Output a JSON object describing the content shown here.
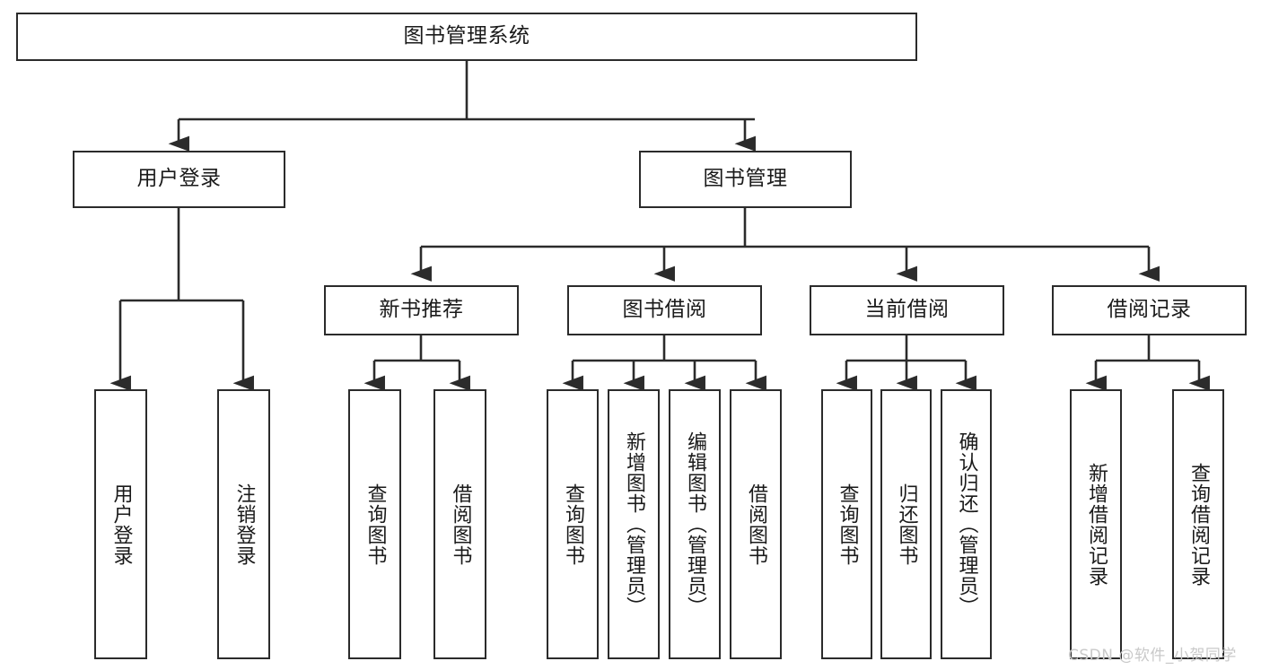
{
  "diagram": {
    "title": "图书管理系统",
    "type": "tree-hierarchy",
    "root": {
      "label": "图书管理系统"
    },
    "level2": [
      {
        "label": "用户登录"
      },
      {
        "label": "图书管理"
      }
    ],
    "level3": [
      {
        "label": "新书推荐"
      },
      {
        "label": "图书借阅"
      },
      {
        "label": "当前借阅"
      },
      {
        "label": "借阅记录"
      }
    ],
    "leaves": {
      "user_login": [
        {
          "label": "用户登录"
        },
        {
          "label": "注销登录"
        }
      ],
      "new_book_recommend": [
        {
          "label": "查询图书"
        },
        {
          "label": "借阅图书"
        }
      ],
      "book_borrow": [
        {
          "label": "查询图书"
        },
        {
          "label": "新增图书（管理员）"
        },
        {
          "label": "编辑图书（管理员）"
        },
        {
          "label": "借阅图书"
        }
      ],
      "current_borrow": [
        {
          "label": "查询图书"
        },
        {
          "label": "归还图书"
        },
        {
          "label": "确认归还（管理员）"
        }
      ],
      "borrow_record": [
        {
          "label": "新增借阅记录"
        },
        {
          "label": "查询借阅记录"
        }
      ]
    },
    "watermark": "CSDN @软件_小贺同学",
    "colors": {
      "stroke": "#2b2b2b",
      "box_fill": "#ffffff",
      "text": "#1a1a1a",
      "watermark": "#c9c9c9",
      "background": "#ffffff"
    }
  }
}
